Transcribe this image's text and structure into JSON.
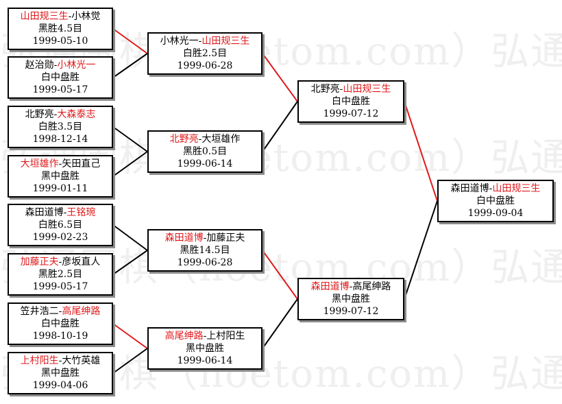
{
  "watermark": "弘通围棋（hoetom.com）弘通围棋",
  "colors": {
    "winner": "#e0191b",
    "loser": "#000000",
    "win_line": "#e0191b",
    "lose_line": "#000000"
  },
  "round1": [
    {
      "p1": "山田规三生",
      "p2": "小林觉",
      "winner": 1,
      "result": "黑胜4.5目",
      "date": "1999-05-10"
    },
    {
      "p1": "赵治勋",
      "p2": "小林光一",
      "winner": 2,
      "result": "白中盘胜",
      "date": "1999-05-17"
    },
    {
      "p1": "北野亮",
      "p2": "大森泰志",
      "winner": 2,
      "result": "白胜3.5目",
      "date": "1998-12-14"
    },
    {
      "p1": "大垣雄作",
      "p2": "矢田直己",
      "winner": 1,
      "result": "黑中盘胜",
      "date": "1999-01-11"
    },
    {
      "p1": "森田道博",
      "p2": "王铭琬",
      "winner": 2,
      "result": "白胜6.5目",
      "date": "1999-02-23"
    },
    {
      "p1": "加藤正夫",
      "p2": "彦坂直人",
      "winner": 1,
      "result": "黑胜2.5目",
      "date": "1999-05-17"
    },
    {
      "p1": "笠井浩二",
      "p2": "高尾绅路",
      "winner": 2,
      "result": "白中盘胜",
      "date": "1998-10-19"
    },
    {
      "p1": "上村阳生",
      "p2": "大竹英雄",
      "winner": 1,
      "result": "黑中盘胜",
      "date": "1999-04-06"
    }
  ],
  "round2": [
    {
      "p1": "小林光一",
      "p2": "山田规三生",
      "winner": 2,
      "result": "白胜2.5目",
      "date": "1999-06-28"
    },
    {
      "p1": "北野亮",
      "p2": "大垣雄作",
      "winner": 1,
      "result": "黑胜0.5目",
      "date": "1999-06-14"
    },
    {
      "p1": "森田道博",
      "p2": "加藤正夫",
      "winner": 1,
      "result": "黑胜14.5目",
      "date": "1999-06-28"
    },
    {
      "p1": "高尾绅路",
      "p2": "上村阳生",
      "winner": 1,
      "result": "黑中盘胜",
      "date": "1999-06-14"
    }
  ],
  "round3": [
    {
      "p1": "北野亮",
      "p2": "山田规三生",
      "winner": 2,
      "result": "白中盘胜",
      "date": "1999-07-12"
    },
    {
      "p1": "森田道博",
      "p2": "高尾绅路",
      "winner": 1,
      "result": "黑中盘胜",
      "date": "1999-07-12"
    }
  ],
  "final": [
    {
      "p1": "森田道博",
      "p2": "山田规三生",
      "winner": 2,
      "result": "白中盘胜",
      "date": "1999-09-04"
    }
  ]
}
